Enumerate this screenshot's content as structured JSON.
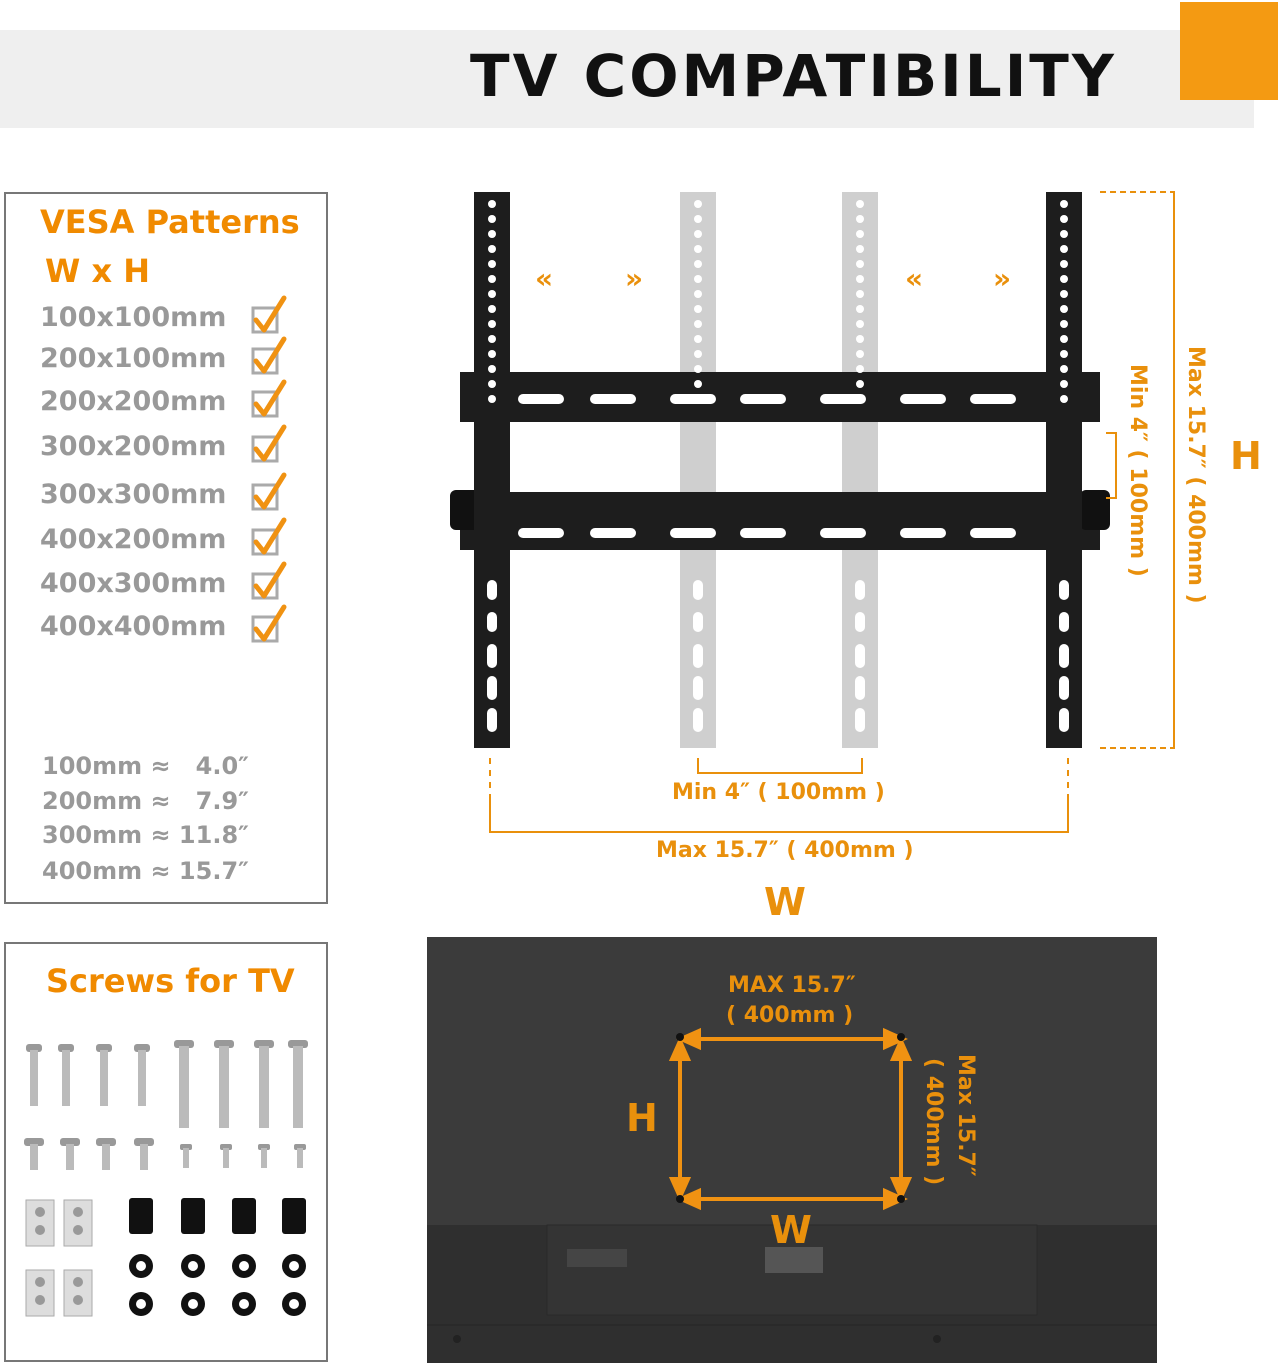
{
  "header": {
    "title": "TV   COMPATIBILITY"
  },
  "colors": {
    "accent": "#f49a12",
    "text_gray": "#999999",
    "bracket_black": "#1d1d1d",
    "bracket_gray": "#cfcfcf",
    "tv_back": "#3b3b3b"
  },
  "vesa": {
    "title": "VESA Patterns",
    "subtitle": "W x H",
    "patterns": [
      "100x100mm",
      "200x100mm",
      "200x200mm",
      "300x200mm",
      "300x300mm",
      "400x200mm",
      "400x300mm",
      "400x400mm"
    ],
    "check_icon": "checkbox-checked-icon",
    "conversions": [
      "100mm ≈   4.0″",
      "200mm ≈   7.9″",
      "300mm ≈ 11.8″",
      "400mm ≈ 15.7″"
    ]
  },
  "screws": {
    "title": "Screws for TV"
  },
  "bracket": {
    "min_width": "Min  4″ ( 100mm )",
    "max_width": "Max  15.7″ ( 400mm )",
    "min_height": "Min  4″ ( 100mm )",
    "max_height": "Max  15.7″ ( 400mm )",
    "w_label": "W",
    "h_label": "H",
    "arrow_left": "«",
    "arrow_right": "»"
  },
  "tv": {
    "max_w_line1": "MAX  15.7″",
    "max_w_line2": "( 400mm )",
    "max_h": "Max  15.7″",
    "max_h_mm": "( 400mm )",
    "w_label": "W",
    "h_label": "H"
  }
}
